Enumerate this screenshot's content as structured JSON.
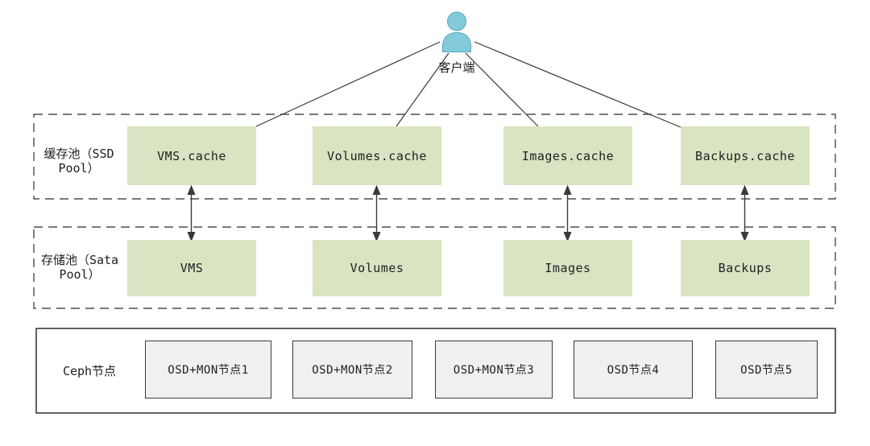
{
  "client": {
    "label": "客户端"
  },
  "cache_pool": {
    "label": "缓存池（SSD Pool）",
    "boxes": [
      {
        "label": "VMS.cache"
      },
      {
        "label": "Volumes.cache"
      },
      {
        "label": "Images.cache"
      },
      {
        "label": "Backups.cache"
      }
    ]
  },
  "storage_pool": {
    "label": "存储池（Sata Pool）",
    "boxes": [
      {
        "label": "VMS"
      },
      {
        "label": "Volumes"
      },
      {
        "label": "Images"
      },
      {
        "label": "Backups"
      }
    ]
  },
  "ceph_nodes": {
    "label": "Ceph节点",
    "nodes": [
      {
        "label": "OSD+MON节点1"
      },
      {
        "label": "OSD+MON节点2"
      },
      {
        "label": "OSD+MON节点3"
      },
      {
        "label": "OSD节点4"
      },
      {
        "label": "OSD节点5"
      }
    ]
  },
  "colors": {
    "pool_box_fill": "#d8e4c2",
    "node_box_fill": "#f0f0f0",
    "client_icon_fill": "#85cadb",
    "client_icon_stroke": "#4fa8c0",
    "line_color": "#3a3a3a",
    "dashed_border_color": "#4d4d4d"
  }
}
